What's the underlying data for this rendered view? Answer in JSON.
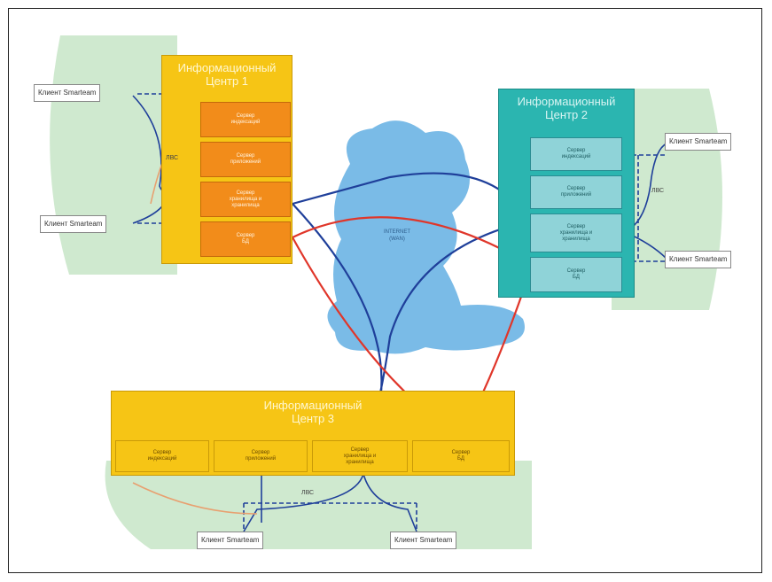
{
  "centers": [
    {
      "id": "c1",
      "title_line1": "Информационный",
      "title_line2": "Центр 1",
      "servers": [
        {
          "line1": "Сервер",
          "line2": "индексаций"
        },
        {
          "line1": "Сервер",
          "line2": "приложений"
        },
        {
          "line1": "Сервер",
          "line2": "хранилища и",
          "line3": "хранилища"
        },
        {
          "line1": "Сервер",
          "line2": "БД"
        }
      ]
    },
    {
      "id": "c2",
      "title_line1": "Информационный",
      "title_line2": "Центр 2",
      "servers": [
        {
          "line1": "Сервер",
          "line2": "индексаций"
        },
        {
          "line1": "Сервер",
          "line2": "приложений"
        },
        {
          "line1": "Сервер",
          "line2": "хранилища и",
          "line3": "хранилища"
        },
        {
          "line1": "Сервер",
          "line2": "БД"
        }
      ]
    },
    {
      "id": "c3",
      "title_line1": "Информационный",
      "title_line2": "Центр 3",
      "servers": [
        {
          "line1": "Сервер",
          "line2": "индексаций"
        },
        {
          "line1": "Сервер",
          "line2": "приложений"
        },
        {
          "line1": "Сервер",
          "line2": "хранилища и",
          "line3": "хранилища"
        },
        {
          "line1": "Сервер",
          "line2": "БД"
        }
      ]
    }
  ],
  "clients": {
    "c1_top": "Клиент Smarteam",
    "c1_bottom": "Клиент Smarteam",
    "c2_top": "Клиент Smarteam",
    "c2_bottom": "Клиент Smarteam",
    "c3_left": "Клиент Smarteam",
    "c3_right": "Клиент Smarteam"
  },
  "link_labels": {
    "c1": "ЛВС",
    "c2": "ЛВС",
    "c3": "ЛВС"
  },
  "cloud": {
    "line1": "INTERNET",
    "line2": "(WAN)"
  },
  "colors": {
    "center1": "#f6c515",
    "center2": "#2bb5b0",
    "center3": "#f6c515",
    "server_orange": "#f28c1a",
    "server_teal": "#8fd3d8",
    "server_yellow": "#f6c515",
    "cloud": "#6cb4e4",
    "green_bg": "#cfe9cf",
    "link_blue": "#1f3f9a",
    "link_red": "#e0362a"
  }
}
